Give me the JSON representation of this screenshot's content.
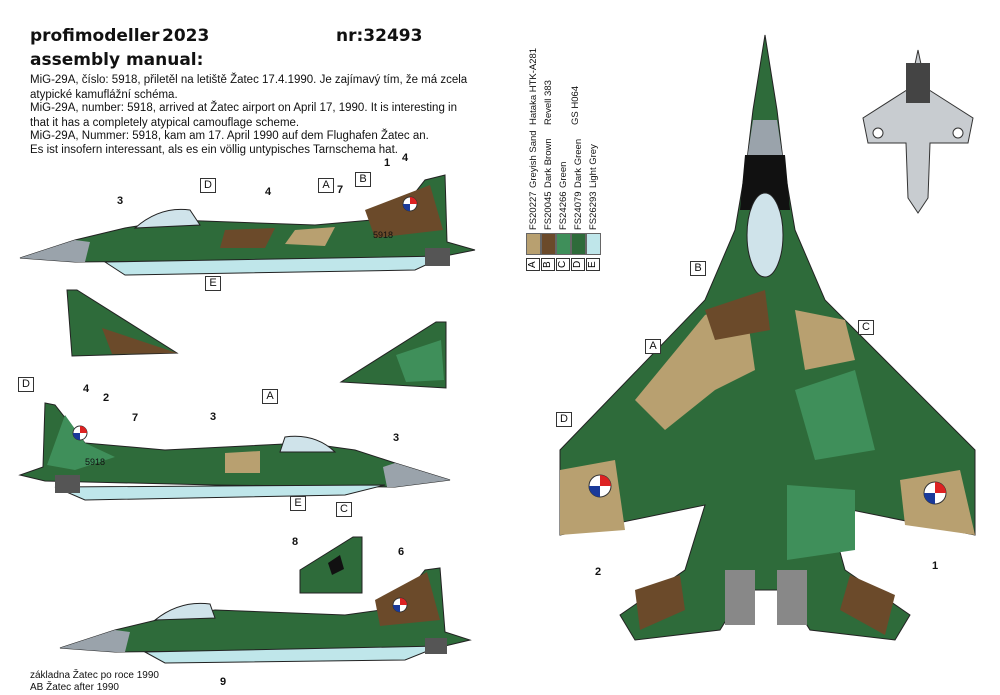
{
  "header": {
    "brand": "profimodeller",
    "year": "2023",
    "catalog_no": "nr:32493",
    "manual_title": "assembly manual:"
  },
  "description": {
    "cz_1": "MiG-29A, číslo: 5918, přiletěl na letiště Žatec 17.4.1990. Je zajímavý tím, že má zcela",
    "cz_2": "atypické kamuflážní schéma.",
    "en_1": "MiG-29A, number: 5918, arrived at Žatec airport on April 17, 1990. It is interesting in",
    "en_2": "that it has a completely atypical camouflage scheme.",
    "de_1": "MiG-29A, Nummer: 5918, kam am 17. April 1990 auf dem Flughafen Žatec an.",
    "de_2": "Es ist insofern interessant, als es ein völlig untypisches Tarnschema hat."
  },
  "paint_legend": {
    "header_cols": [
      "Hataka HTK-A281",
      "Revell 383",
      "GS H064"
    ],
    "rows": [
      {
        "letter": "A",
        "fs": "FS20227",
        "name": "Greyish Sand",
        "color": "#b8a070"
      },
      {
        "letter": "B",
        "fs": "FS20045",
        "name": "Dark Brown",
        "color": "#6b4a2a"
      },
      {
        "letter": "C",
        "fs": "FS24266",
        "name": "Green",
        "color": "#3f8f5a"
      },
      {
        "letter": "D",
        "fs": "FS24079",
        "name": "Dark Green",
        "color": "#2e6b3a"
      },
      {
        "letter": "E",
        "fs": "FS26293",
        "name": "Light Grey",
        "color": "#bfe6ea"
      }
    ]
  },
  "callouts": {
    "side1": {
      "d": "D",
      "a": "A",
      "b": "B",
      "e": "E",
      "n1": "1",
      "n3": "3",
      "n4a": "4",
      "n4b": "4",
      "n7": "7"
    },
    "side2": {
      "d": "D",
      "a": "A",
      "e": "E",
      "c": "C",
      "n4": "4",
      "n2": "2",
      "n7": "7",
      "n3a": "3",
      "n3b": "3"
    },
    "side3": {
      "n8": "8",
      "n6": "6",
      "n9": "9"
    },
    "top": {
      "b": "B",
      "a": "A",
      "c": "C",
      "d": "D",
      "n2": "2",
      "n1": "1"
    }
  },
  "markings": {
    "tail_number": "5918",
    "tail_number_alt": "5918"
  },
  "footer": {
    "line_cz": "základna Žatec po roce 1990",
    "line_en": "AB Žatec after  1990"
  },
  "colors": {
    "dark_green": "#2e6b3a",
    "green": "#3f8f5a",
    "sand": "#b8a070",
    "brown": "#6b4a2a",
    "light_grey": "#bfe6ea",
    "nose_grey": "#9aa3ab"
  }
}
